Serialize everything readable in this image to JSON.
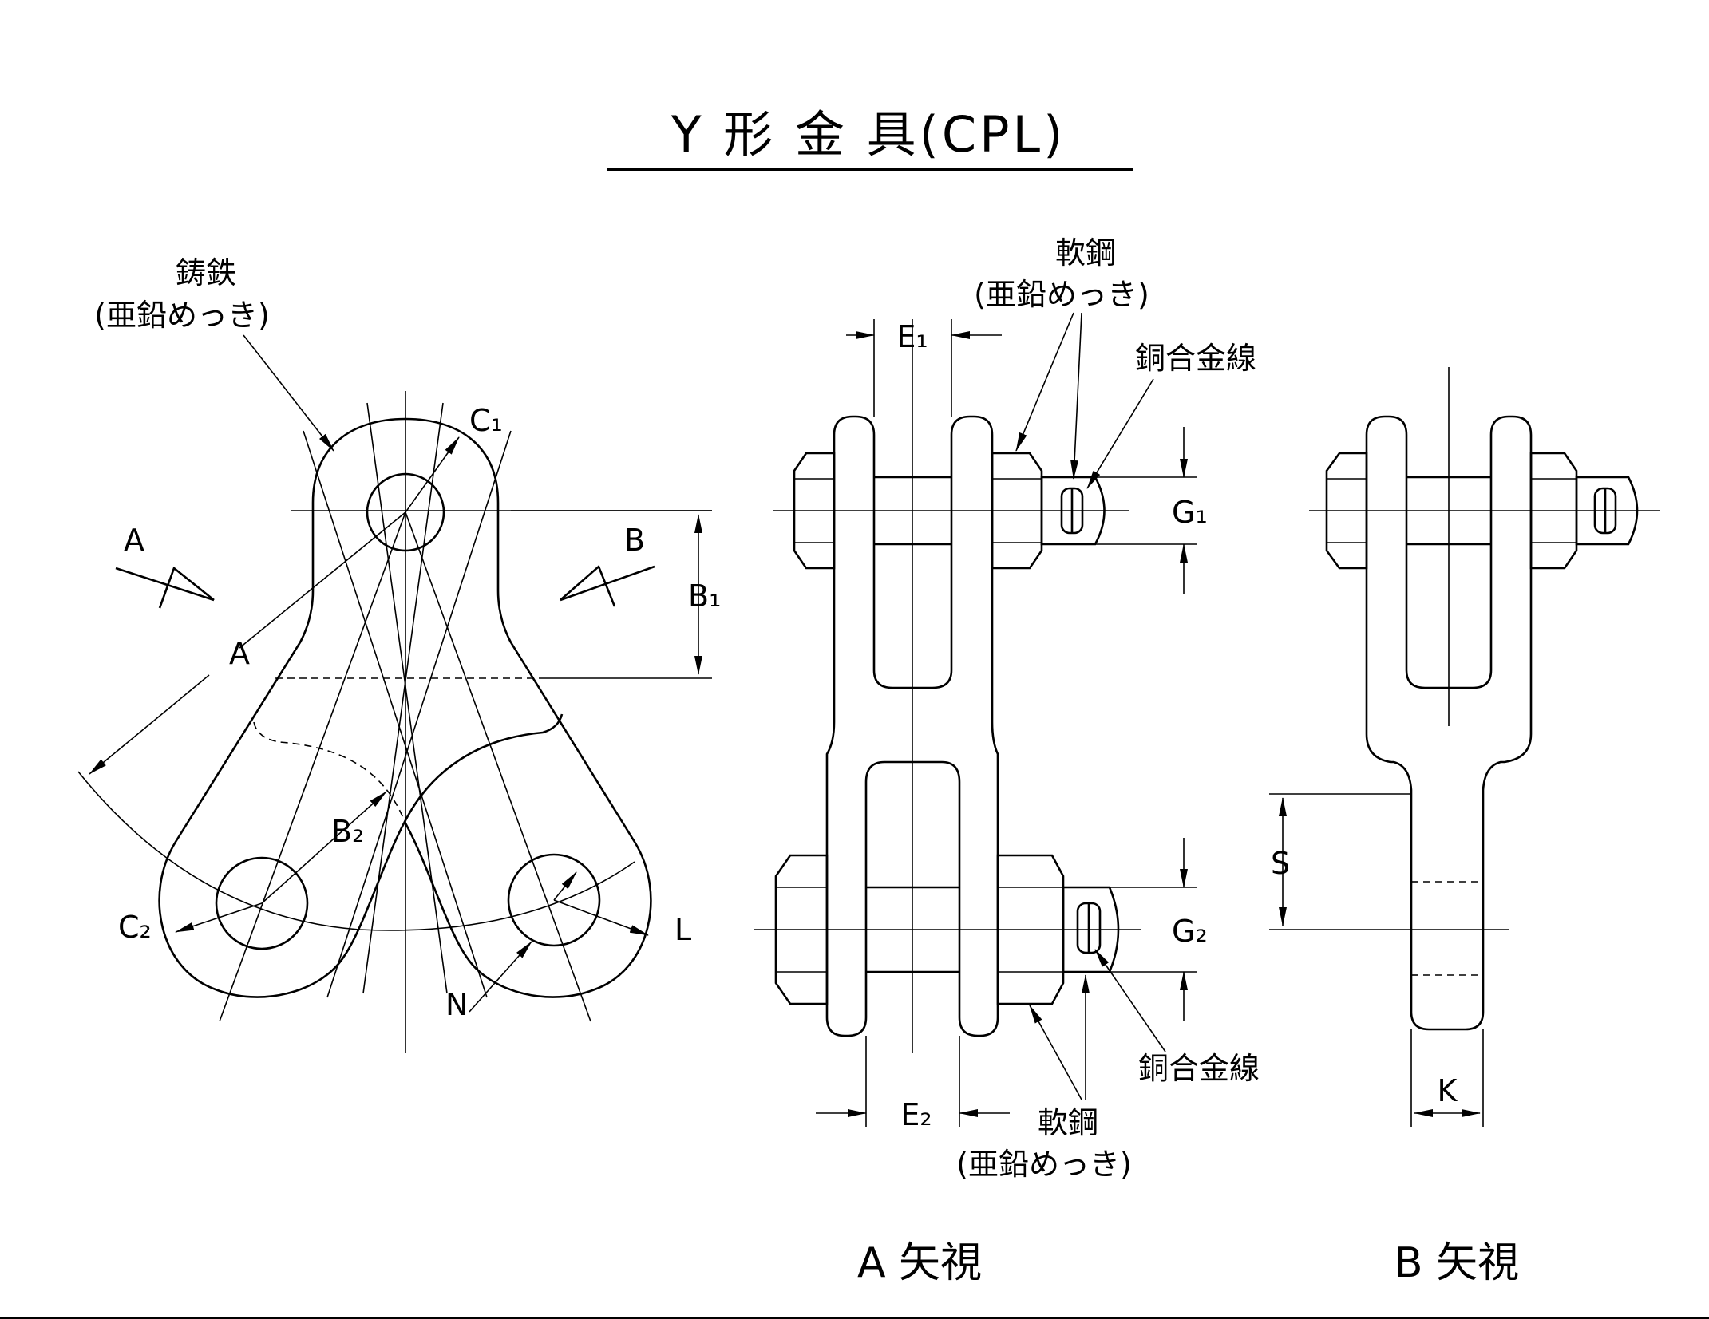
{
  "title": "Y 形 金 具(CPL)",
  "left_view": {
    "material": {
      "name": "鋳鉄",
      "note": "(亜鉛めっき)"
    },
    "labels": {
      "A_arrow": "A",
      "B_arrow": "B",
      "A_dim": "A",
      "B1": "B₁",
      "B2": "B₂",
      "C1": "C₁",
      "C2": "C₂",
      "L": "L",
      "N": "N"
    }
  },
  "a_view": {
    "caption": "A 矢視",
    "top_material": {
      "name": "軟鋼",
      "note": "(亜鉛めっき)"
    },
    "bottom_material": {
      "name": "軟鋼",
      "note": "(亜鉛めっき)"
    },
    "wire_top": "銅合金線",
    "wire_bottom": "銅合金線",
    "labels": {
      "E1": "E₁",
      "E2": "E₂",
      "G1": "G₁",
      "G2": "G₂"
    }
  },
  "b_view": {
    "caption": "B 矢視",
    "labels": {
      "S": "S",
      "K": "K"
    }
  }
}
